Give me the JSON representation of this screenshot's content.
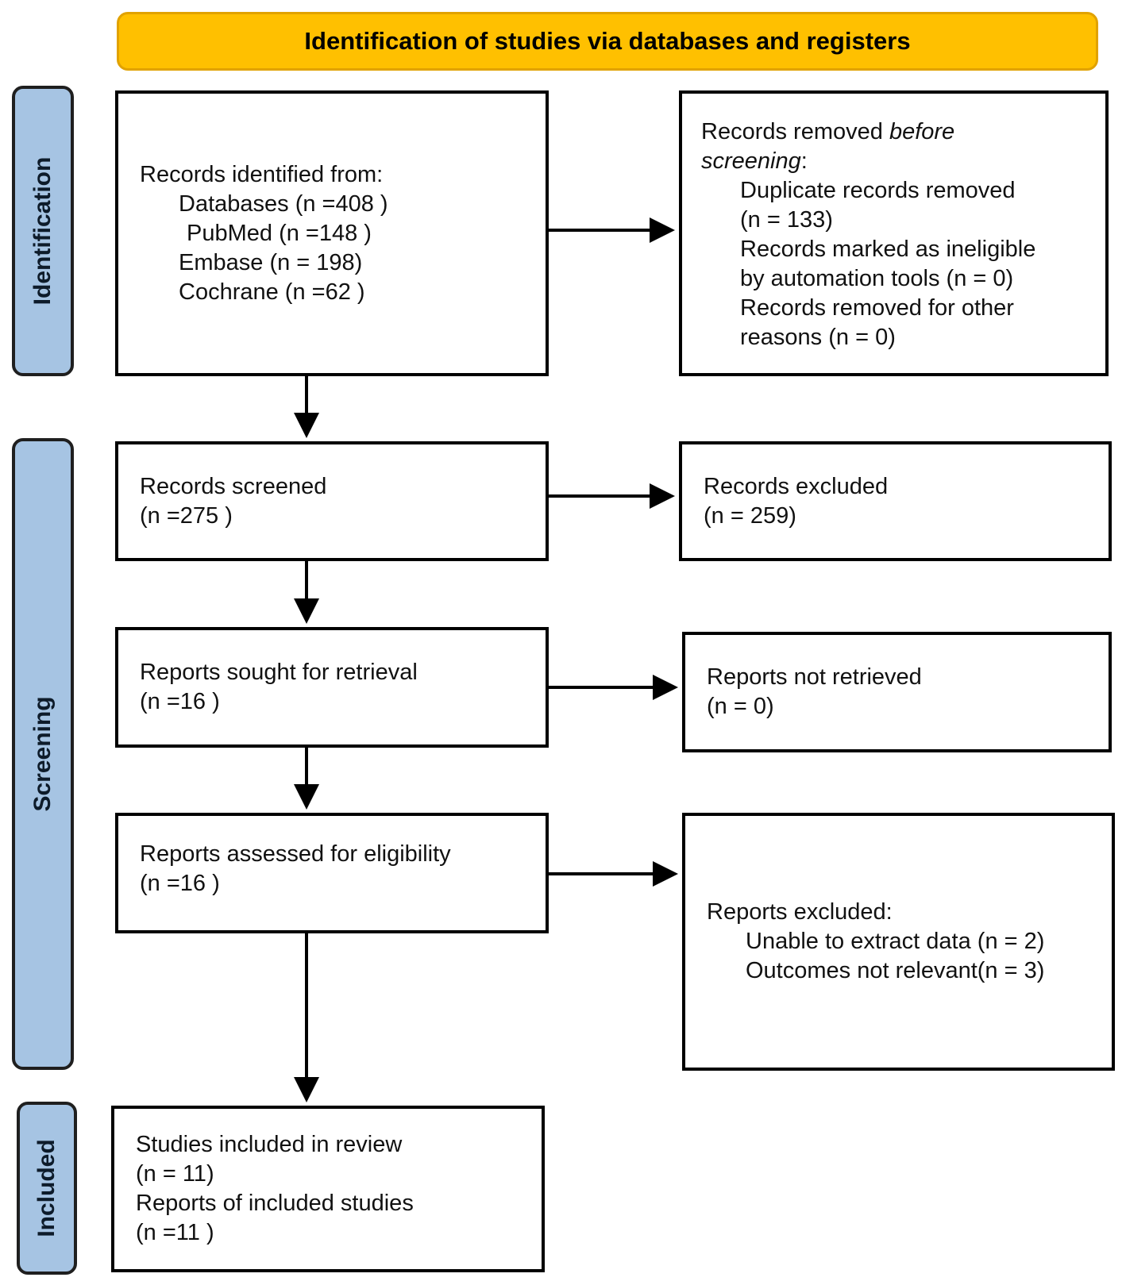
{
  "header": {
    "title": "Identification of studies via databases and registers"
  },
  "phases": {
    "identification": "Identification",
    "screening": "Screening",
    "included": "Included"
  },
  "identified": {
    "title": "Records identified from:",
    "lines": [
      "Databases (n =408 )",
      "PubMed (n =148 )",
      "Embase (n = 198)",
      "Cochrane (n =62 )"
    ]
  },
  "removed": {
    "title_normal": "Records removed ",
    "title_italic_1": "before",
    "title_italic_2": "screening",
    "title_colon": ":",
    "lines": [
      "Duplicate records removed",
      "(n = 133)",
      "Records marked as ineligible",
      "by automation tools (n = 0)",
      "Records removed for other",
      "reasons (n = 0)"
    ]
  },
  "screened": {
    "title": "Records screened",
    "count": "(n =275 )"
  },
  "excluded": {
    "title": "Records excluded",
    "count": "(n = 259)"
  },
  "sought": {
    "title": "Reports sought for retrieval",
    "count": "(n =16 )"
  },
  "not_retrieved": {
    "title": "Reports not retrieved",
    "count": "(n = 0)"
  },
  "assessed": {
    "title": "Reports assessed for eligibility",
    "count": "(n =16 )"
  },
  "reports_excluded": {
    "title": "Reports excluded:",
    "lines": [
      "Unable to extract data (n = 2)",
      "Outcomes not relevant(n = 3)"
    ]
  },
  "included": {
    "lines": [
      "Studies included in review",
      "(n = 11)",
      "Reports of included studies",
      "(n =11 )"
    ]
  }
}
